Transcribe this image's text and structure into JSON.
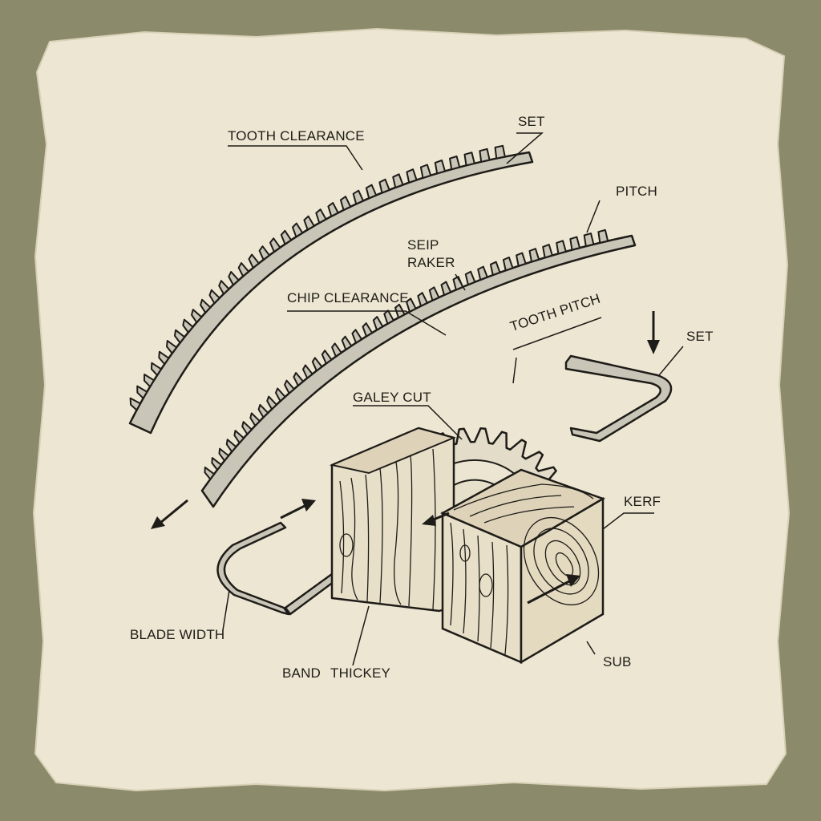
{
  "labels": {
    "tooth_clearance": "TOOTH CLEARANCE",
    "set_top": "SET",
    "pitch": "PITCH",
    "seip": "SEIP",
    "raker": "RAKER",
    "chip_clearance": "CHIP CLEARANCE",
    "tooth_pitch": "TOOTH PITCH",
    "set_right": "SET",
    "galey_cut": "GALEY CUT",
    "kerf": "KERF",
    "blade_width": "BLADE WIDTH",
    "band": "BAND",
    "thickey": "THICKEY",
    "sub": "SUB"
  },
  "colors": {
    "background": "#8b8b6b",
    "paper": "#ede6d2",
    "ink": "#1e1c18",
    "blade_fill": "#c9c6b8",
    "wood_fill": "#e8dfc8"
  }
}
